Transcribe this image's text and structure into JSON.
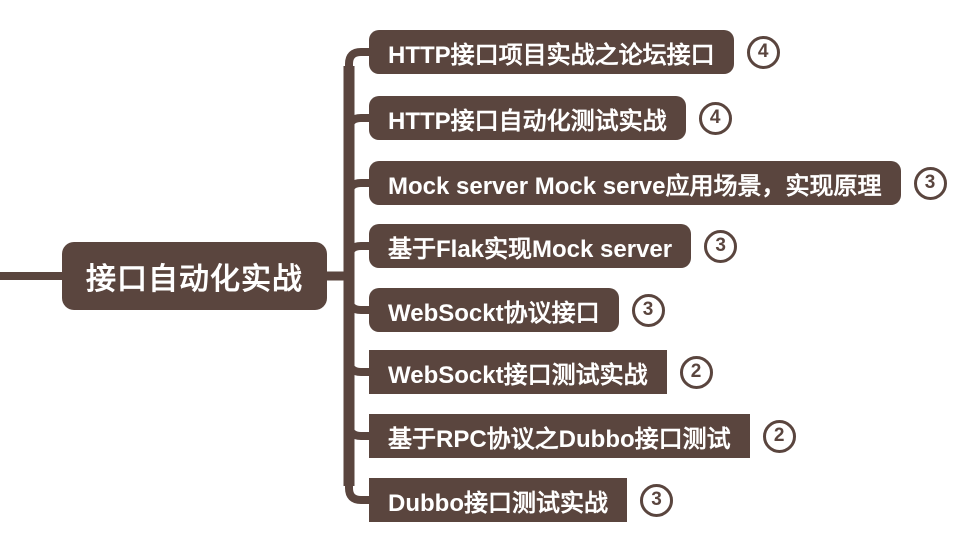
{
  "canvas": {
    "background_color": "#ffffff",
    "accent_color": "#5a453e",
    "topic_text_color": "#ffffff"
  },
  "root": {
    "label": "接口自动化实战"
  },
  "branches": [
    {
      "label": "HTTP接口项目实战之论坛接口",
      "badge": "4"
    },
    {
      "label": "HTTP接口自动化测试实战",
      "badge": "4"
    },
    {
      "label": "Mock server Mock serve应用场景，实现原理",
      "badge": "3"
    },
    {
      "label": "基于Flak实现Mock server",
      "badge": "3"
    },
    {
      "label": "WebSockt协议接口",
      "badge": "3"
    },
    {
      "label": "WebSockt接口测试实战",
      "badge": "2"
    },
    {
      "label": "基于RPC协议之Dubbo接口测试",
      "badge": "2"
    },
    {
      "label": "Dubbo接口测试实战",
      "badge": "3"
    }
  ]
}
